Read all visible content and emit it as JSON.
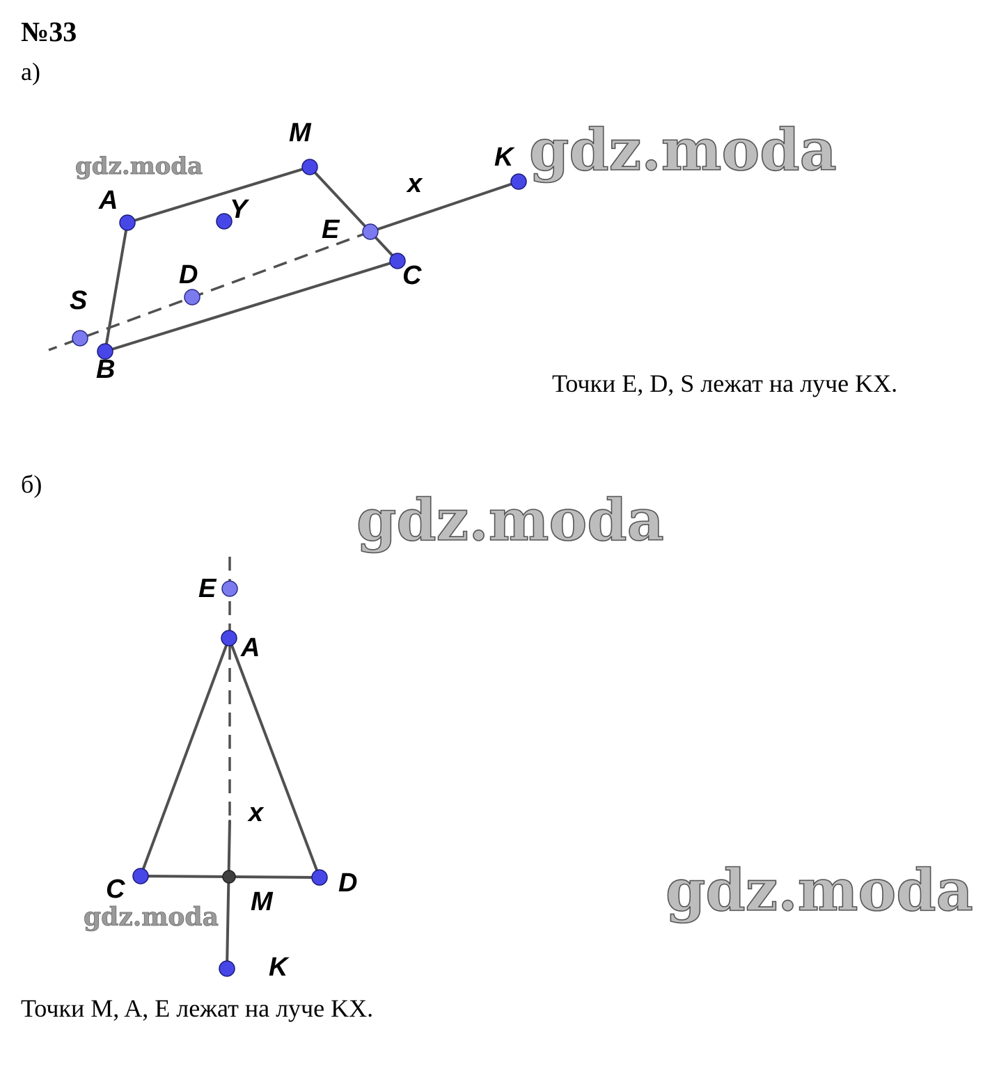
{
  "title": "№33",
  "part_a": {
    "label": "а)",
    "caption": "Точки E, D, S лежат на луче KX.",
    "points": {
      "M": "M",
      "K": "K",
      "A": "A",
      "Y": "Y",
      "X": "x",
      "E": "E",
      "D": "D",
      "C": "C",
      "S": "S",
      "B": "B"
    }
  },
  "part_b": {
    "label": "б)",
    "caption": "Точки M, A, E лежат на луче KX.",
    "points": {
      "E": "E",
      "A": "A",
      "X": "x",
      "C": "C",
      "D": "D",
      "M": "M",
      "K": "K"
    }
  },
  "watermark": "gdz.moda",
  "colors": {
    "point": "#4747e8",
    "point_light": "#7b7bef",
    "line": "#505050"
  }
}
